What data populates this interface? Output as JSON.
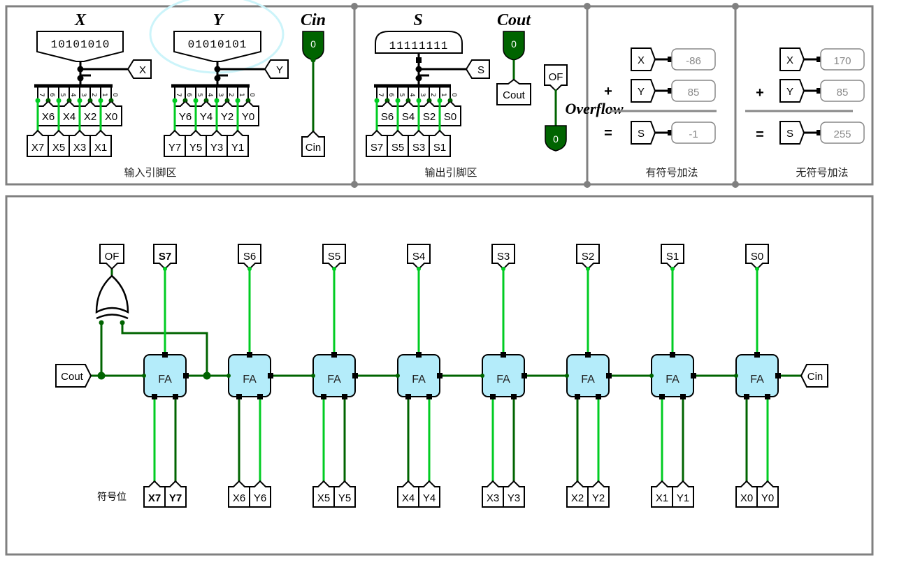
{
  "panels": {
    "input_caption": "输入引脚区",
    "output_caption": "输出引脚区",
    "signed_caption": "有符号加法",
    "unsigned_caption": "无符号加法"
  },
  "inputs": {
    "x_title": "X",
    "y_title": "Y",
    "cin_title": "Cin",
    "x_bits": "10101010",
    "y_bits": "01010101",
    "x_tunnel": "X",
    "y_tunnel": "Y",
    "cin_value": "0",
    "cin_tunnel": "Cin",
    "x_upper": [
      "X6",
      "X4",
      "X2",
      "X0"
    ],
    "x_lower": [
      "X7",
      "X5",
      "X3",
      "X1"
    ],
    "y_upper": [
      "Y6",
      "Y4",
      "Y2",
      "Y0"
    ],
    "y_lower": [
      "Y7",
      "Y5",
      "Y3",
      "Y1"
    ],
    "bit_indices": [
      "7",
      "6",
      "5",
      "4",
      "3",
      "2",
      "1",
      "0"
    ]
  },
  "outputs": {
    "s_title": "S",
    "cout_title": "Cout",
    "overflow_title": "Overflow",
    "s_bits": "11111111",
    "s_tunnel": "S",
    "cout_value": "0",
    "cout_tunnel": "Cout",
    "of_tunnel": "OF",
    "overflow_value": "0",
    "s_upper": [
      "S6",
      "S4",
      "S2",
      "S0"
    ],
    "s_lower": [
      "S7",
      "S5",
      "S3",
      "S1"
    ]
  },
  "signed": {
    "plus": "+",
    "equals": "=",
    "rows": [
      {
        "tunnel": "X",
        "value": "-86"
      },
      {
        "tunnel": "Y",
        "value": "85"
      },
      {
        "tunnel": "S",
        "value": "-1"
      }
    ]
  },
  "unsigned": {
    "plus": "+",
    "equals": "=",
    "rows": [
      {
        "tunnel": "X",
        "value": "170"
      },
      {
        "tunnel": "Y",
        "value": "85"
      },
      {
        "tunnel": "S",
        "value": "255"
      }
    ]
  },
  "circuit": {
    "fa_label": "FA",
    "of_tunnel": "OF",
    "cout_tunnel": "Cout",
    "cin_tunnel": "Cin",
    "sign_bit_label": "符号位",
    "sum_outputs": [
      "S7",
      "S6",
      "S5",
      "S4",
      "S3",
      "S2",
      "S1",
      "S0"
    ],
    "x_inputs": [
      "X7",
      "X6",
      "X5",
      "X4",
      "X3",
      "X2",
      "X1",
      "X0"
    ],
    "y_inputs": [
      "Y7",
      "Y6",
      "Y5",
      "Y4",
      "Y3",
      "Y2",
      "Y1",
      "Y0"
    ]
  },
  "colors": {
    "wire_dark": "#006400",
    "wire_bright": "#00cc22",
    "bus": "#000000",
    "panel_border": "#808080",
    "fa_fill": "#b4ecfa",
    "led_fill": "#006400"
  }
}
